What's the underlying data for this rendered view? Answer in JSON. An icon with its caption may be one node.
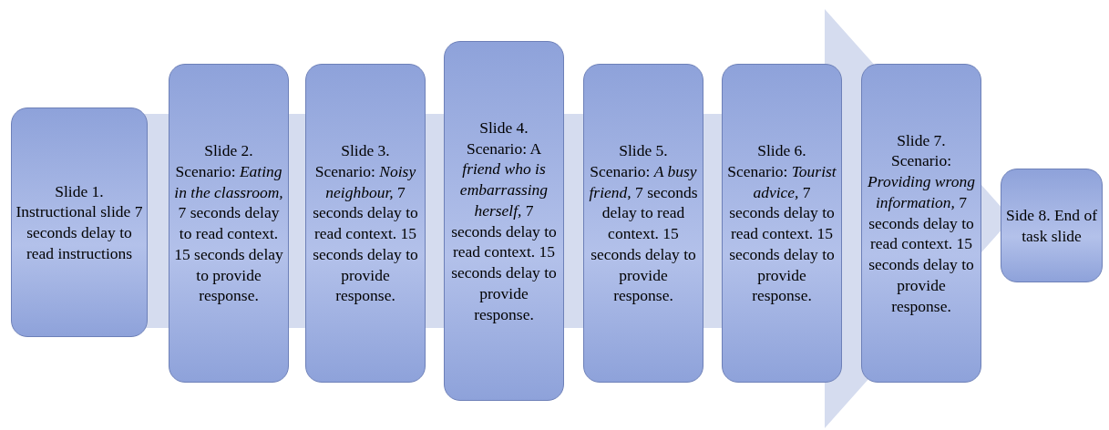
{
  "diagram": {
    "nodes": [
      {
        "text": [
          "Slide 1. Instructional slide 7 seconds delay to read instructions"
        ]
      },
      {
        "text": [
          "Slide 2. Scenario: *Eating in the classroom,* 7 seconds delay to read context. 15 seconds delay to provide response."
        ]
      },
      {
        "text": [
          "Slide 3. Scenario: *Noisy neighbour,* 7 seconds delay to read context. 15 seconds delay to provide response."
        ]
      },
      {
        "text": [
          "Slide 4. Scenario: A *friend who is embarrassing herself,* 7 seconds delay to read context. 15 seconds delay to provide response."
        ]
      },
      {
        "text": [
          "Slide 5. Scenario: *A busy friend,* 7 seconds delay to read context. 15 seconds delay to provide response."
        ]
      },
      {
        "text": [
          "Slide 6. Scenario: *Tourist advice,* 7 seconds delay to read context. 15 seconds delay to provide response."
        ]
      },
      {
        "text": [
          "Slide 7. Scenario: *Providing wrong information,* 7 seconds delay to read context. 15 seconds delay to provide response."
        ]
      },
      {
        "text": [
          "Side 8. End of task slide"
        ]
      }
    ],
    "edges": []
  }
}
